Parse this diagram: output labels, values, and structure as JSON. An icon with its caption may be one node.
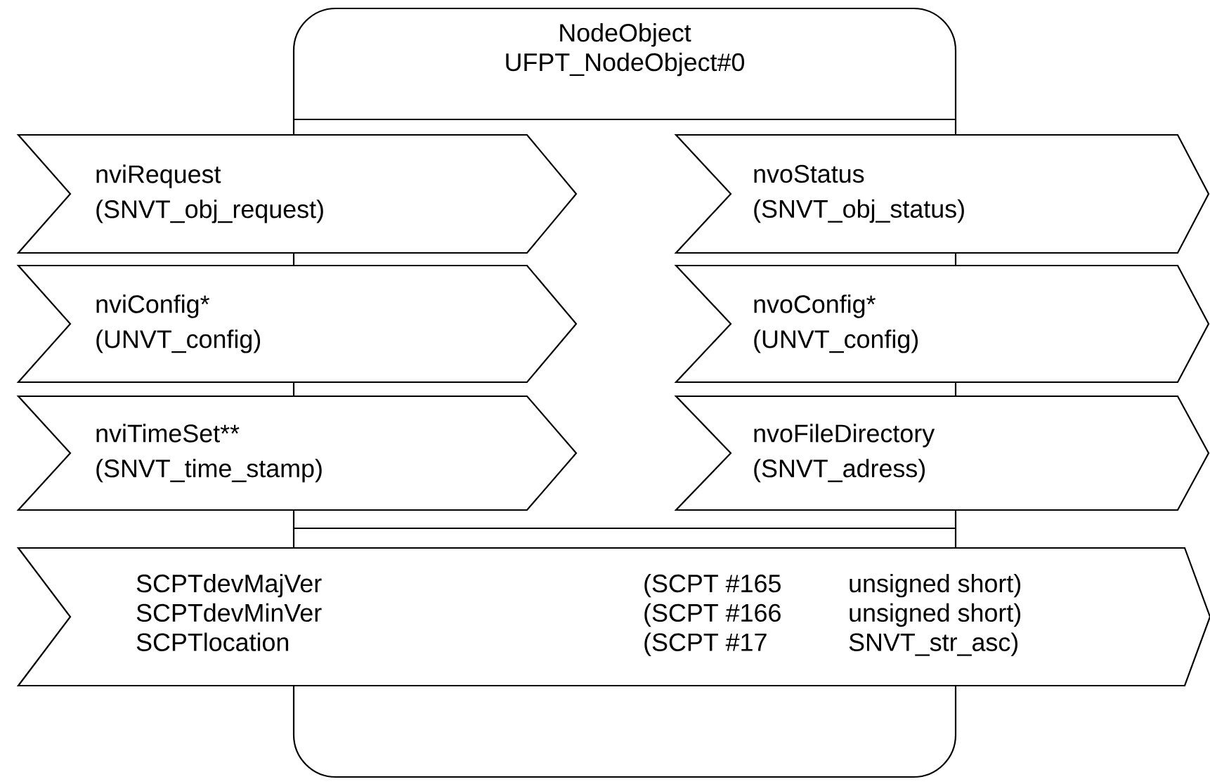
{
  "diagram": {
    "nodes": [
      {
        "text": [
          "NodeObject",
          "UFPT_NodeObject#0"
        ]
      },
      {
        "text": [
          "nviRequest",
          "(SNVT_obj_request)"
        ]
      },
      {
        "text": [
          "nvoStatus",
          "(SNVT_obj_status)"
        ]
      },
      {
        "text": [
          "nviConfig*",
          "(UNVT_config)"
        ]
      },
      {
        "text": [
          "nvoConfig*",
          "(UNVT_config)"
        ]
      },
      {
        "text": [
          "nviTimeSet**",
          "(SNVT_time_stamp)"
        ]
      },
      {
        "text": [
          "nvoFileDirectory",
          "(SNVT_adress)"
        ]
      },
      {
        "text": [
          "SCPTdevMajVer",
          "(SCPT #165",
          "unsigned short)",
          "SCPTdevMinVer",
          "(SCPT #166",
          "unsigned short)",
          "SCPTlocation",
          "(SCPT #17",
          "SNVT_str_asc)"
        ]
      }
    ]
  }
}
